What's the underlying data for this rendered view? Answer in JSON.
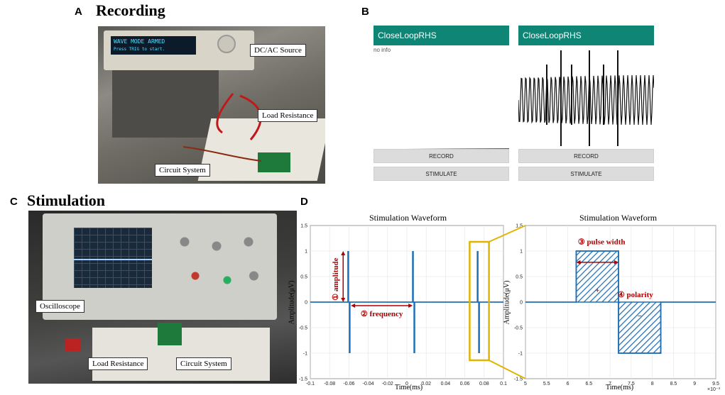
{
  "panels": {
    "a": {
      "letter": "A",
      "title": "Recording",
      "labels": {
        "source": "DC/AC Source",
        "load": "Load Resistance",
        "circuit": "Circuit System"
      },
      "screen_text": {
        "line1": "WAVE MODE ARMED",
        "line2": "Press TRIG to start."
      }
    },
    "b": {
      "letter": "B",
      "app_title": "CloseLoopRHS",
      "info": "no info",
      "record_label": "RECORD",
      "stimulate_label": "STIMULATE"
    },
    "c": {
      "letter": "C",
      "title": "Stimulation",
      "labels": {
        "osc": "Oscilloscope",
        "load": "Load Resistance",
        "circuit": "Circuit System"
      }
    },
    "d": {
      "letter": "D"
    }
  },
  "chart_data": [
    {
      "type": "line",
      "title": "Stimulation Waveform",
      "xlabel": "Time(ms)",
      "ylabel": "Amplitude(μV)",
      "xlim": [
        -0.1,
        0.1
      ],
      "ylim": [
        -1.5,
        1.5
      ],
      "xticks": [
        "-0.1",
        "-0.08",
        "-0.06",
        "-0.04",
        "-0.02",
        "0",
        "0.02",
        "0.04",
        "0.06",
        "0.08",
        "0.1"
      ],
      "yticks": [
        "1.5",
        "1",
        "0.5",
        "0",
        "-0.5",
        "-1",
        "-1.5"
      ],
      "pulses_x": [
        -0.06,
        0.007,
        0.074
      ],
      "pulse_amplitude": 1,
      "annotations": {
        "amplitude": "① amplitude",
        "frequency": "② frequency"
      },
      "grid": true,
      "color": "#1f6fb5"
    },
    {
      "type": "line",
      "title": "Stimulation Waveform",
      "xlabel": "Time(ms)",
      "ylabel": "Amplitude(μV)",
      "xlim": [
        5,
        9.5
      ],
      "ylim": [
        -1.5,
        1.5
      ],
      "xticks": [
        "5",
        "5.5",
        "6",
        "6.5",
        "7",
        "7.5",
        "8",
        "8.5",
        "9",
        "9.5"
      ],
      "yticks": [
        "1.5",
        "1",
        "0.5",
        "0",
        "-0.5",
        "-1",
        "-1.5"
      ],
      "exponent": "×10⁻³",
      "pulse": {
        "pos_start": 6.2,
        "pos_end": 7.2,
        "neg_start": 7.2,
        "neg_end": 8.2,
        "amplitude": 1
      },
      "annotations": {
        "pulse_width": "③ pulse width",
        "polarity": "④ polarity",
        "plus": "+",
        "minus": "−"
      },
      "grid": true,
      "color": "#1f6fb5",
      "highlight_color": "#e0b400"
    }
  ]
}
